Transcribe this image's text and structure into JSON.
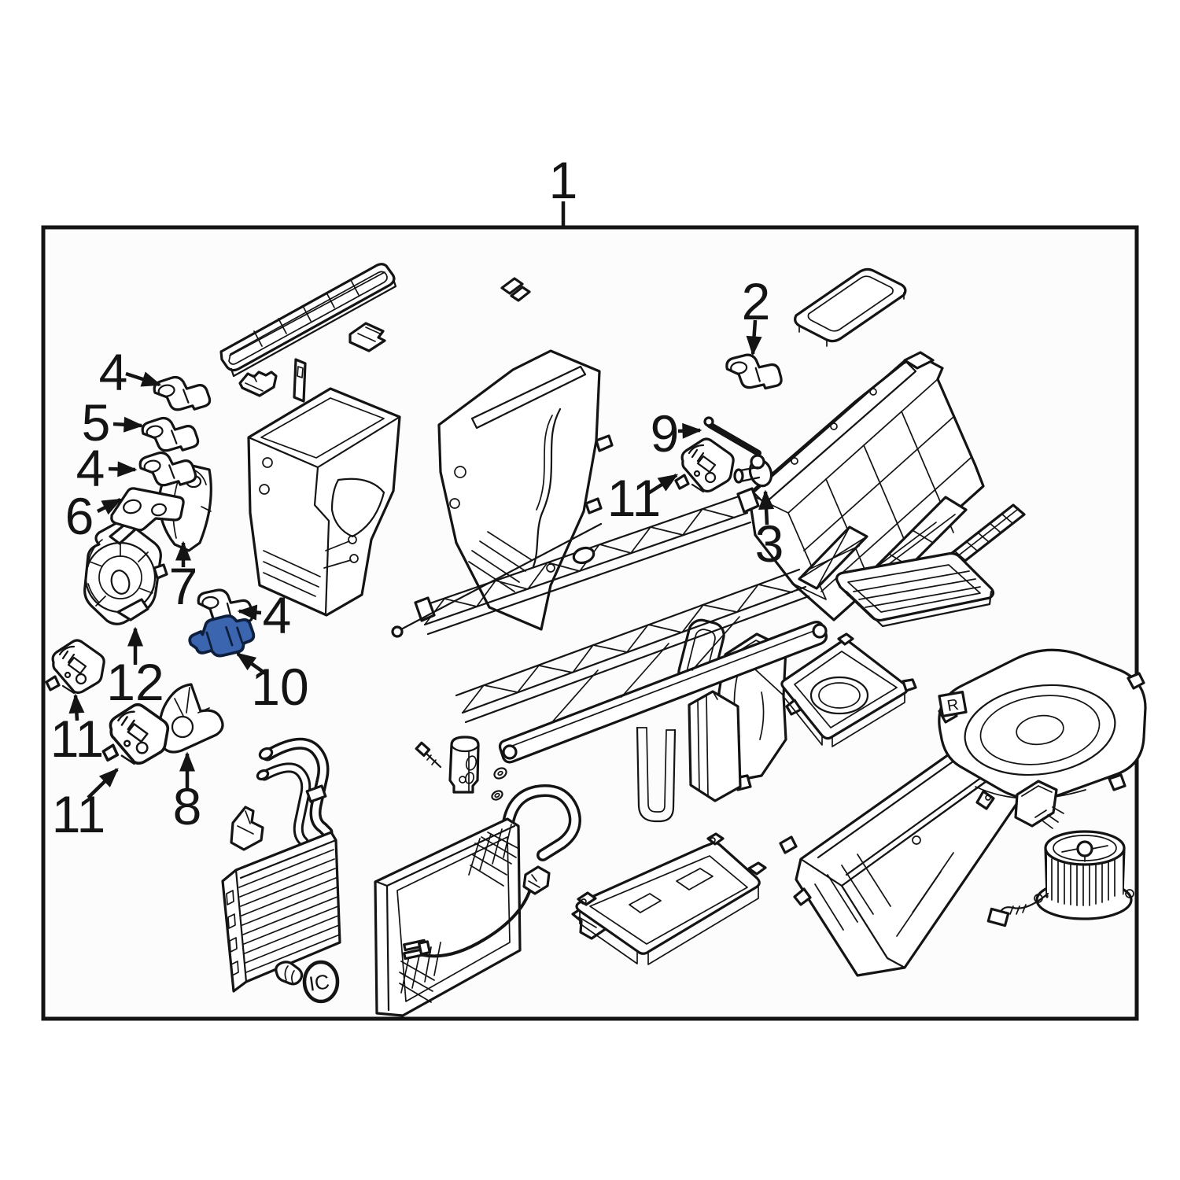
{
  "colors": {
    "background": "#ffffff",
    "panel_background": "#fcfcfc",
    "line": "#141414",
    "highlight_fill": "#3c65b0",
    "highlight_outline": "#0e1f3d"
  },
  "callouts": [
    {
      "id": "assembly-box",
      "label": "1",
      "highlighted": false
    },
    {
      "id": "part-4-upper-left",
      "label": "4",
      "highlighted": false
    },
    {
      "id": "part-5",
      "label": "5",
      "highlighted": false
    },
    {
      "id": "part-4-mid-left",
      "label": "4",
      "highlighted": false
    },
    {
      "id": "part-6",
      "label": "6",
      "highlighted": false
    },
    {
      "id": "part-7",
      "label": "7",
      "highlighted": false
    },
    {
      "id": "part-12",
      "label": "12",
      "highlighted": false
    },
    {
      "id": "part-11-left-upper",
      "label": "11",
      "highlighted": false
    },
    {
      "id": "part-11-left-lower",
      "label": "11",
      "highlighted": false
    },
    {
      "id": "part-8",
      "label": "8",
      "highlighted": false
    },
    {
      "id": "part-10",
      "label": "10",
      "highlighted": true
    },
    {
      "id": "part-4-center",
      "label": "4",
      "highlighted": false
    },
    {
      "id": "part-2",
      "label": "2",
      "highlighted": false
    },
    {
      "id": "part-9",
      "label": "9",
      "highlighted": false
    },
    {
      "id": "part-11-right",
      "label": "11",
      "highlighted": false
    },
    {
      "id": "part-3",
      "label": "3",
      "highlighted": false
    }
  ],
  "part_markings": {
    "blower_housing_tab": "R",
    "grommet": "IC"
  }
}
